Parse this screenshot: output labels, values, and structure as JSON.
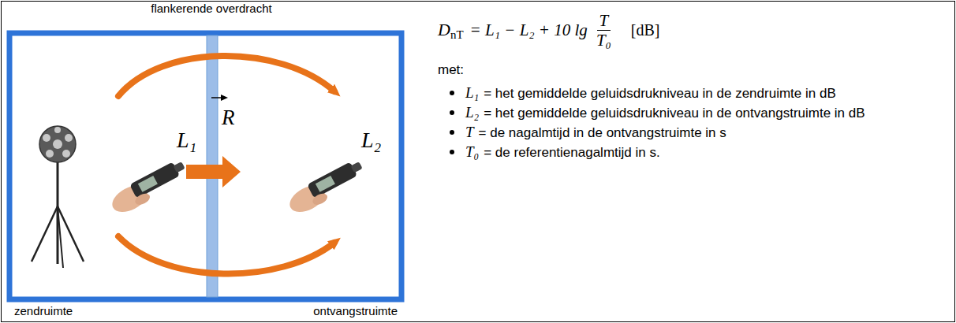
{
  "diagram": {
    "labels": [
      "flankerende overdracht",
      "R",
      "L₁",
      "L₂",
      "zendruimte",
      "ontvangstruimte",
      "D",
      "nT",
      "= L₁ − L₂ + 10 lg",
      "T",
      "T₀",
      "[dB]",
      "met:",
      "L₁",
      "= het gemiddelde geluidsdrukniveau in de zendruimte in dB",
      "L₂",
      "= het gemiddelde geluidsdrukniveau in de ontvangstruimte in dB",
      "T",
      "= de nagalmtijd in de ontvangstruimte in s",
      "T₀",
      "= de referentienagalmtijd in s."
    ]
  }
}
